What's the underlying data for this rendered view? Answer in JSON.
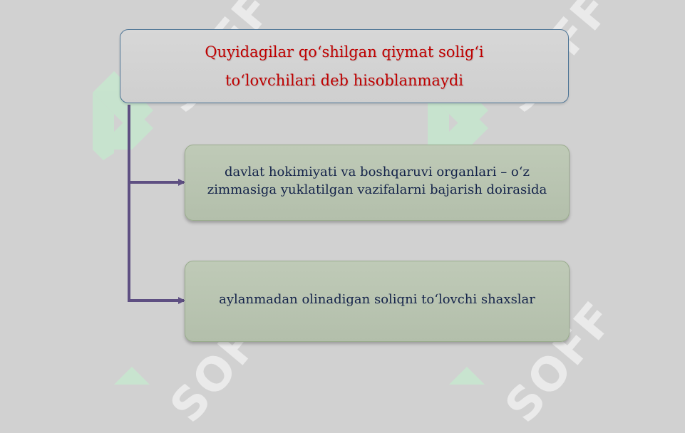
{
  "watermark": {
    "text": "SOFF"
  },
  "title": "Quyidagilar qo‘shilgan qiymat solig‘i to‘lovchilari deb hisoblanmaydi",
  "items": [
    "davlat hokimiyati va boshqaruvi organlari – o‘z zimmasiga yuklatilgan vazifalarni bajarish doirasida",
    "aylanmadan olinadigan soliqni to‘lovchi shaxslar"
  ],
  "colors": {
    "background": "#d1d1d1",
    "title_text": "#c00000",
    "title_border": "#4e7596",
    "item_fill": "#b9c5b1",
    "item_text": "#14234a",
    "connector": "#5e4f82",
    "watermark": "#ffffff",
    "watermark_mark": "#c6e6ce"
  }
}
